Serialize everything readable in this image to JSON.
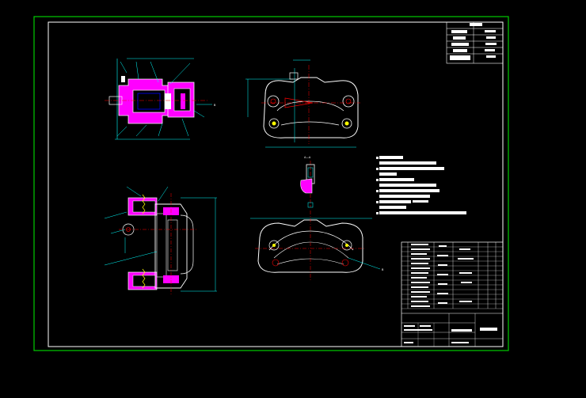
{
  "colors": {
    "background": "#000000",
    "outer_border": "#00cc00",
    "inner_border": "#ffffff",
    "outline": "#ffffff",
    "section_fill": "#ff00ff",
    "dimension": "#00ffff",
    "center_line": "#ff0000",
    "leader": "#00ffff",
    "hatch": "#0000ff",
    "spring": "#ffff00",
    "table_fill": "#ffffff"
  },
  "section_marker": "A—A",
  "dims": {
    "left_view_side": "B",
    "front_view_height": "A",
    "balloon_right": "B"
  },
  "title_block_table": {
    "rows": 6,
    "cols": 2
  },
  "notes_block": {
    "line_count": 10
  },
  "parts_table": {
    "rows": 16,
    "cols": 6
  }
}
